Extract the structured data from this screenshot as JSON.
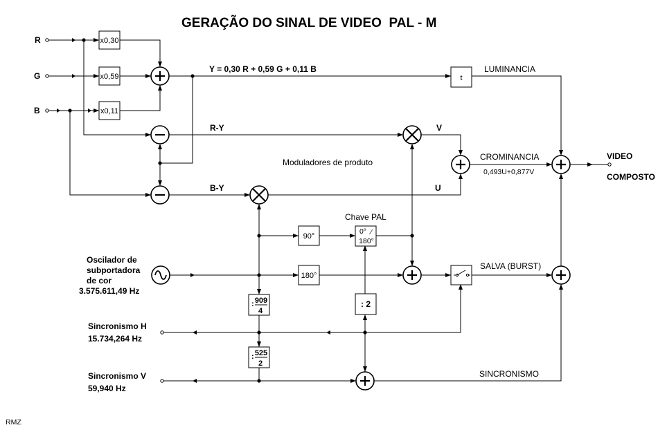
{
  "title": "GERAÇÃO DO SINAL DE VIDEO  PAL - M",
  "inputs": {
    "r": "R",
    "g": "G",
    "b": "B"
  },
  "multipliers": {
    "r": "x0,30",
    "g": "x0,59",
    "b": "x0,11"
  },
  "equation": "Y = 0,30 R + 0,59 G + 0,11 B",
  "signals": {
    "r_y": "R-Y",
    "b_y": "B-Y",
    "v": "V",
    "u": "U",
    "luminancia": "LUMINANCIA",
    "crominancia": "CROMINANCIA",
    "crominancia_formula": "0,493U+0,877V",
    "salva": "SALVA (BURST)",
    "sincronismo": "SINCRONISMO"
  },
  "blocks": {
    "delay": "t",
    "phase90": "90°",
    "phase180": "180°",
    "chave_top": "0°",
    "chave_slash": "⁄",
    "chave_bottom": "180°",
    "div2": ": 2",
    "div909_num": "909",
    "div909_den": "4",
    "div525_num": "525",
    "div525_den": "2",
    "frac_colon": ":"
  },
  "labels": {
    "moduladores": "Moduladores de produto",
    "chave_pal": "Chave PAL",
    "osc_line1": "Oscilador de",
    "osc_line2": "subportadora",
    "osc_line3": "de cor",
    "osc_line4": "3.575.611,49 Hz",
    "sinc_h_line1": "Sincronismo H",
    "sinc_h_line2": "15.734,264 Hz",
    "sinc_v_line1": "Sincronismo V",
    "sinc_v_line2": "59,940 Hz",
    "video_line1": "VIDEO",
    "video_line2": "COMPOSTO",
    "author": "RMZ"
  }
}
